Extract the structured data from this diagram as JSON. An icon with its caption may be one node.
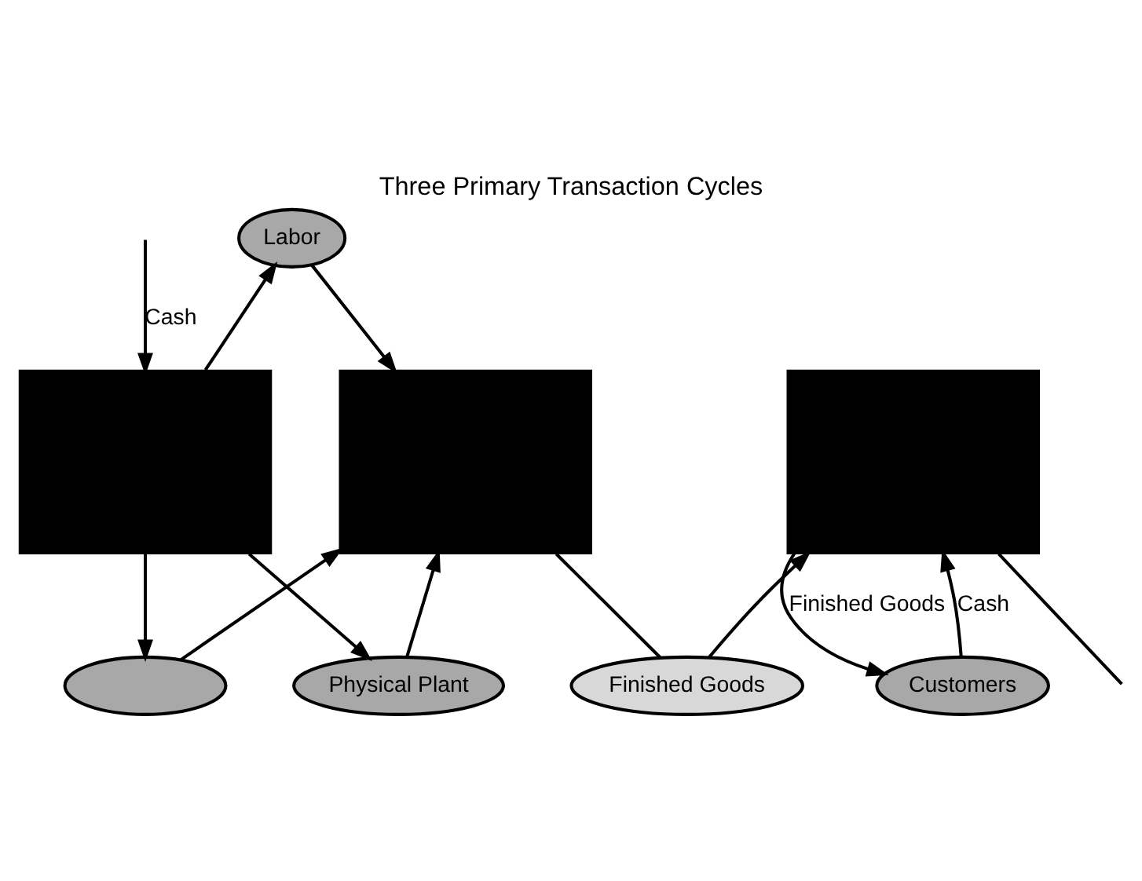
{
  "diagram": {
    "title": "Three Primary Transaction Cycles",
    "nodes": [
      {
        "text": [
          "Labor"
        ]
      },
      {
        "text": [],
        "shape": "ellipse"
      },
      {
        "text": [
          "Physical Plant"
        ]
      },
      {
        "text": [
          "Customers"
        ]
      },
      {
        "text": [],
        "shape": "box"
      },
      {
        "text": [],
        "shape": "box"
      },
      {
        "text": [],
        "shape": "box"
      },
      {
        "text": [
          "Finished Goods"
        ]
      }
    ],
    "edges": [
      {
        "from": 4,
        "to": 0,
        "arrow": "to"
      },
      {
        "from": 4,
        "to": 1,
        "arrow": "to"
      },
      {
        "from": 4,
        "to": 2,
        "arrow": "to"
      },
      {
        "from": 0,
        "to": 5,
        "arrow": "to"
      },
      {
        "from": 1,
        "to": 5,
        "arrow": "to"
      },
      {
        "from": 2,
        "to": 5,
        "arrow": "to"
      },
      {
        "from": 6,
        "to": 3,
        "arrow": "to",
        "label": "Finished Goods"
      },
      {
        "from": 3,
        "to": 6,
        "arrow": "to",
        "label": "Cash"
      },
      {
        "from": 5,
        "to": 7,
        "arrow": "none"
      },
      {
        "from": 7,
        "to": 6,
        "arrow": "to"
      },
      {
        "from": null,
        "to": 4,
        "arrow": "to",
        "label": "Cash"
      },
      {
        "from": 6,
        "to": null,
        "arrow": "none"
      }
    ]
  }
}
